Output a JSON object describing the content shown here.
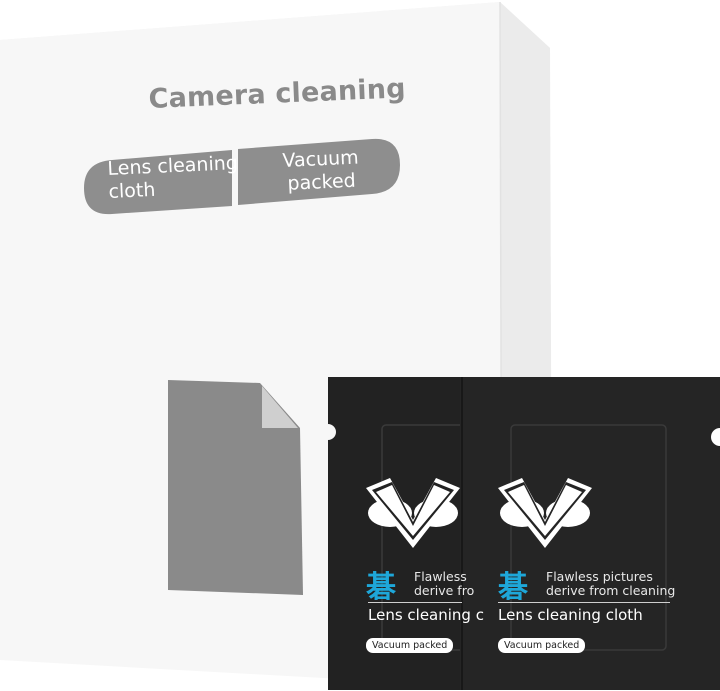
{
  "box": {
    "title": "Camera cleaning",
    "pill_left_line1": "Lens cleaning",
    "pill_left_line2": "cloth",
    "pill_right_line1": "Vacuum",
    "pill_right_line2": "packed"
  },
  "sachets": [
    {
      "chinese_char": "碁",
      "slogan_line1": "Flawless",
      "slogan_line2": "derive fro",
      "product_name": "Lens cleaning c",
      "badge": "Vacuum packed"
    },
    {
      "chinese_char": "碁",
      "slogan_line1": "Flawless pictures",
      "slogan_line2": "derive from cleaning",
      "product_name": "Lens cleaning cloth",
      "badge": "Vacuum packed"
    }
  ],
  "colors": {
    "box": "#f6f6f6",
    "box_side": "#eeeeee",
    "pill": "#8e8e8e",
    "sachet": "#202020",
    "accent": "#1ea7d9"
  }
}
